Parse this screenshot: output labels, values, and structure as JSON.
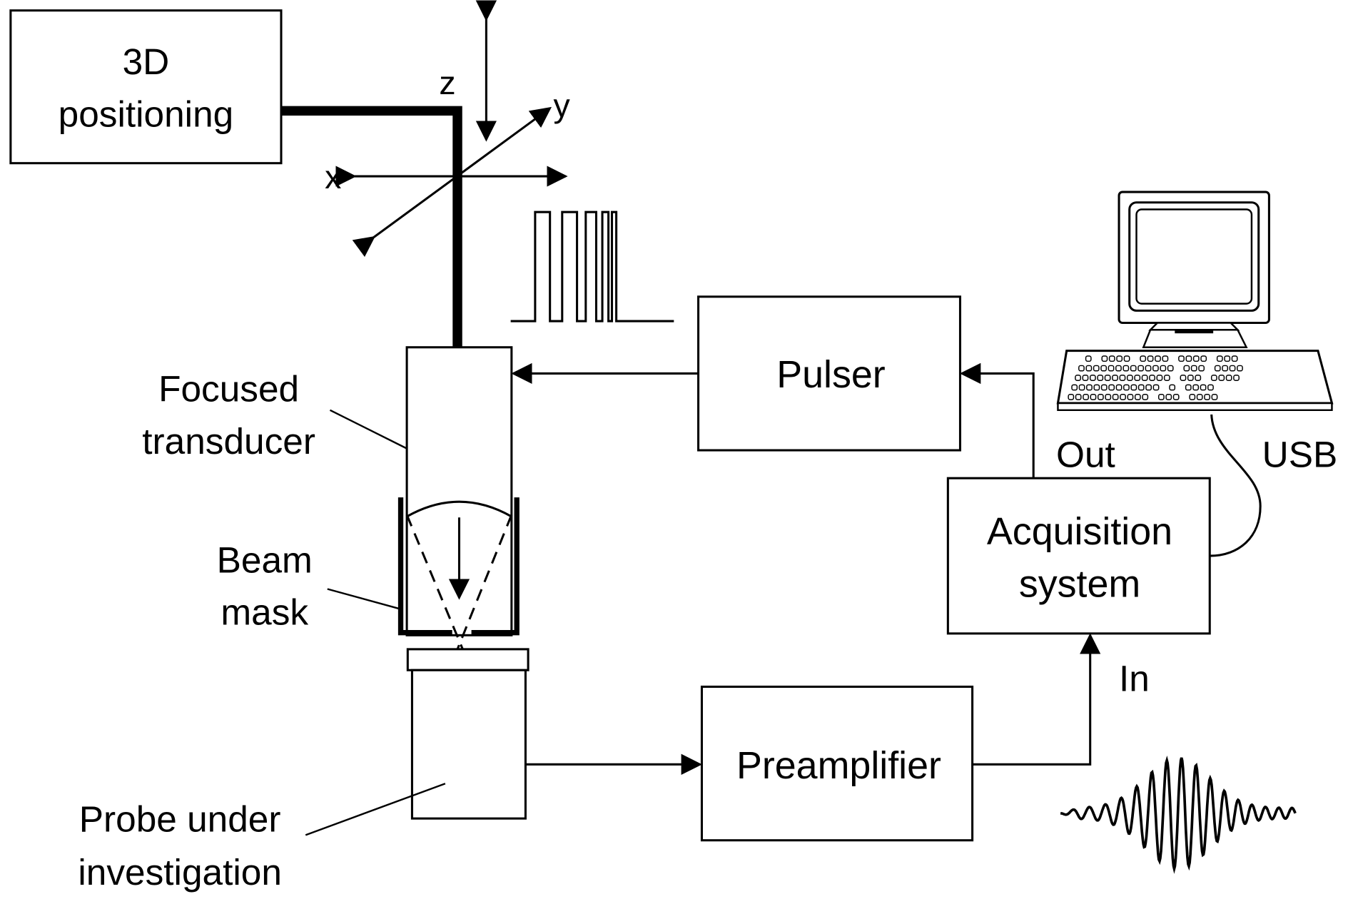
{
  "blocks": {
    "positioning": {
      "line1": "3D",
      "line2": "positioning"
    },
    "pulser": {
      "label": "Pulser"
    },
    "acquisition": {
      "line1": "Acquisition",
      "line2": "system"
    },
    "preamplifier": {
      "label": "Preamplifier"
    }
  },
  "axes": {
    "x": "x",
    "y": "y",
    "z": "z"
  },
  "callouts": {
    "transducer": {
      "line1": "Focused",
      "line2": "transducer"
    },
    "mask": {
      "line1": "Beam",
      "line2": "mask"
    },
    "probe": {
      "line1": "Probe under",
      "line2": "investigation"
    }
  },
  "ports": {
    "out": "Out",
    "in": "In",
    "usb": "USB"
  },
  "icons": [
    "computer-icon",
    "keyboard-icon",
    "pulse-train-icon",
    "echo-waveform-icon"
  ],
  "colors": {
    "stroke": "#000000",
    "background": "#ffffff"
  }
}
